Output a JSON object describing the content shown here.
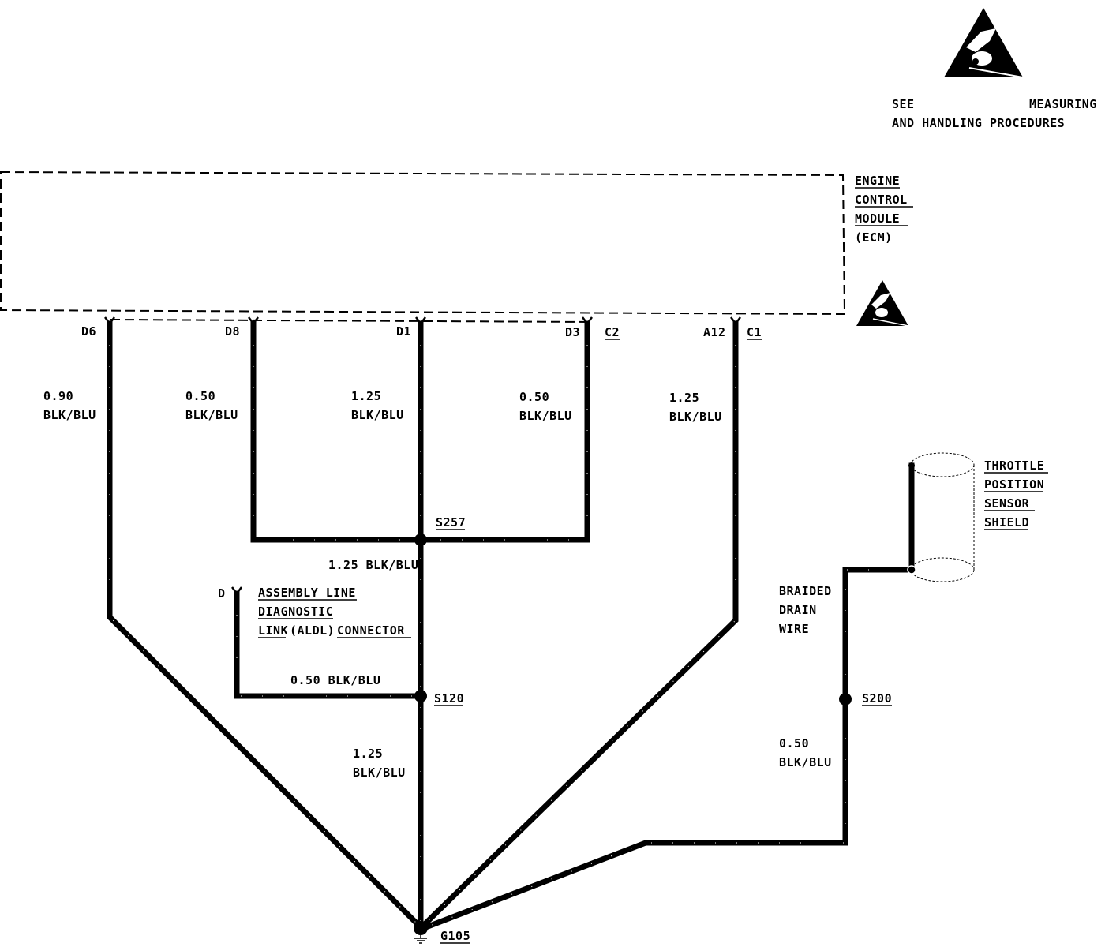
{
  "esd_note": {
    "line1_left": "SEE",
    "line1_right": "MEASURING",
    "line2": "AND HANDLING PROCEDURES"
  },
  "ecm": {
    "line1": "ENGINE",
    "line2": "CONTROL",
    "line3": "MODULE",
    "line4": "(ECM)"
  },
  "pins": {
    "d6": "D6",
    "d8": "D8",
    "d1": "D1",
    "d3": "D3",
    "c2": "C2",
    "a12": "A12",
    "c1": "C1"
  },
  "wires": {
    "d6_gauge": "0.90",
    "d6_color": "BLK/BLU",
    "d8_gauge": "0.50",
    "d8_color": "BLK/BLU",
    "d1_gauge": "1.25",
    "d1_color": "BLK/BLU",
    "d3_gauge": "0.50",
    "d3_color": "BLK/BLU",
    "a12_gauge": "1.25",
    "a12_color": "BLK/BLU",
    "s257_down": "1.25 BLK/BLU",
    "aldl_wire": "0.50 BLK/BLU",
    "s120_gauge": "1.25",
    "s120_color": "BLK/BLU",
    "s200_gauge": "0.50",
    "s200_color": "BLK/BLU"
  },
  "splices": {
    "s257": "S257",
    "s120": "S120",
    "s200": "S200"
  },
  "ground": "G105",
  "aldl": {
    "pin": "D",
    "line1": "ASSEMBLY LINE",
    "line2": "DIAGNOSTIC",
    "line3_a": "LINK",
    "line3_b": "(ALDL)",
    "line3_c": "CONNECTOR"
  },
  "drain": {
    "line1": "BRAIDED",
    "line2": "DRAIN",
    "line3": "WIRE"
  },
  "tps_shield": {
    "line1": "THROTTLE",
    "line2": "POSITION",
    "line3": "SENSOR",
    "line4": "SHIELD"
  }
}
